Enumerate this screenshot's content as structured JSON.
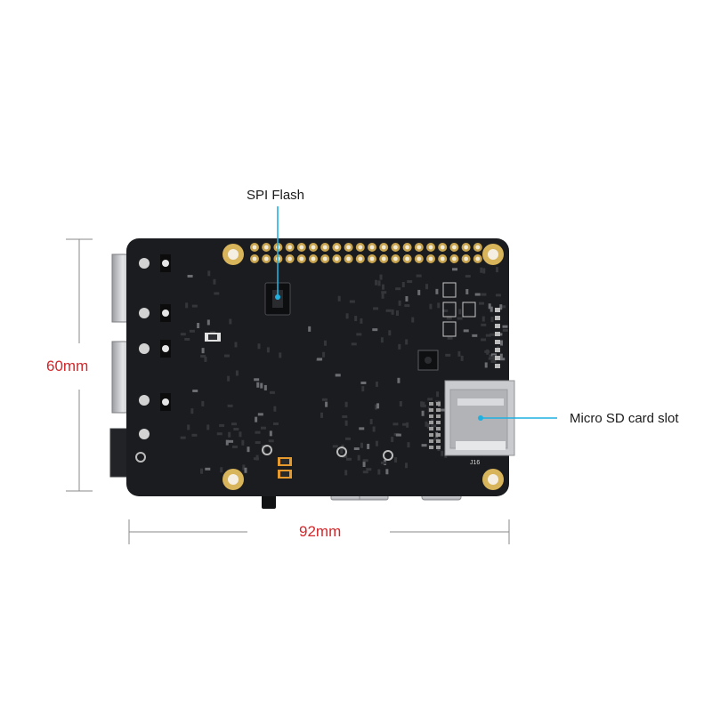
{
  "callouts": {
    "spi_flash": "SPI Flash",
    "micro_sd": "Micro SD card slot"
  },
  "dimensions": {
    "height": "60mm",
    "width": "92mm"
  },
  "board": {
    "silkscreen_j16": "J16"
  },
  "colors": {
    "board": "#1b1c1f",
    "callout_line": "#1fb0e0",
    "dimension_text": "#d3272b",
    "dimension_line": "#8a8a8a",
    "gold": "#d8b45a"
  }
}
